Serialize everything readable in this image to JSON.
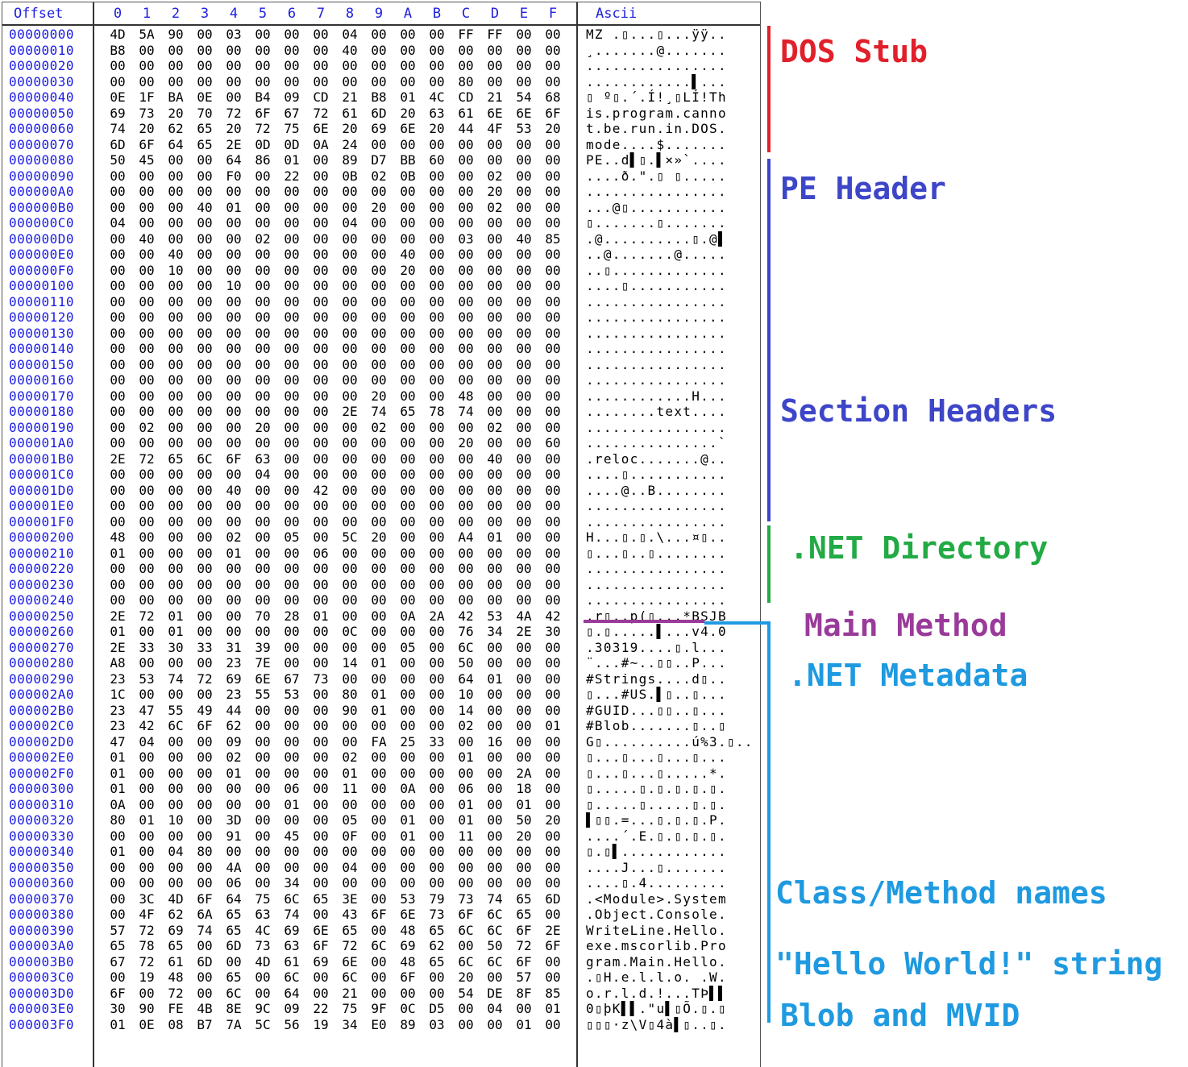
{
  "header": {
    "offset": "Offset",
    "columns": [
      "0",
      "1",
      "2",
      "3",
      "4",
      "5",
      "6",
      "7",
      "8",
      "9",
      "A",
      "B",
      "C",
      "D",
      "E",
      "F"
    ],
    "ascii": "Ascii"
  },
  "rows": [
    {
      "o": "00000000",
      "b": "4D 5A 90 00 03 00 00 00 04 00 00 00 FF FF 00 00",
      "a": "MZ .▯...▯...ÿÿ.."
    },
    {
      "o": "00000010",
      "b": "B8 00 00 00 00 00 00 00 40 00 00 00 00 00 00 00",
      "a": "¸.......@......."
    },
    {
      "o": "00000020",
      "b": "00 00 00 00 00 00 00 00 00 00 00 00 00 00 00 00",
      "a": "................"
    },
    {
      "o": "00000030",
      "b": "00 00 00 00 00 00 00 00 00 00 00 00 80 00 00 00",
      "a": "............▌..."
    },
    {
      "o": "00000040",
      "b": "0E 1F BA 0E 00 B4 09 CD 21 B8 01 4C CD 21 54 68",
      "a": "▯ º▯.´.Í!¸▯LÍ!Th"
    },
    {
      "o": "00000050",
      "b": "69 73 20 70 72 6F 67 72 61 6D 20 63 61 6E 6E 6F",
      "a": "is.program.canno"
    },
    {
      "o": "00000060",
      "b": "74 20 62 65 20 72 75 6E 20 69 6E 20 44 4F 53 20",
      "a": "t.be.run.in.DOS."
    },
    {
      "o": "00000070",
      "b": "6D 6F 64 65 2E 0D 0D 0A 24 00 00 00 00 00 00 00",
      "a": "mode....$......."
    },
    {
      "o": "00000080",
      "b": "50 45 00 00 64 86 01 00 89 D7 BB 60 00 00 00 00",
      "a": "PE..d▌▯.▌×»`...."
    },
    {
      "o": "00000090",
      "b": "00 00 00 00 F0 00 22 00 0B 02 0B 00 00 02 00 00",
      "a": "....ð.\".▯ ▯....."
    },
    {
      "o": "000000A0",
      "b": "00 00 00 00 00 00 00 00 00 00 00 00 00 20 00 00",
      "a": "................"
    },
    {
      "o": "000000B0",
      "b": "00 00 00 40 01 00 00 00 00 20 00 00 00 02 00 00",
      "a": "...@▯..........."
    },
    {
      "o": "000000C0",
      "b": "04 00 00 00 00 00 00 00 04 00 00 00 00 00 00 00",
      "a": "▯.......▯......."
    },
    {
      "o": "000000D0",
      "b": "00 40 00 00 00 02 00 00 00 00 00 00 03 00 40 85",
      "a": ".@..........▯.@▌"
    },
    {
      "o": "000000E0",
      "b": "00 00 40 00 00 00 00 00 00 00 40 00 00 00 00 00",
      "a": "..@.......@....."
    },
    {
      "o": "000000F0",
      "b": "00 00 10 00 00 00 00 00 00 00 20 00 00 00 00 00",
      "a": "..▯............."
    },
    {
      "o": "00000100",
      "b": "00 00 00 00 10 00 00 00 00 00 00 00 00 00 00 00",
      "a": "....▯..........."
    },
    {
      "o": "00000110",
      "b": "00 00 00 00 00 00 00 00 00 00 00 00 00 00 00 00",
      "a": "................"
    },
    {
      "o": "00000120",
      "b": "00 00 00 00 00 00 00 00 00 00 00 00 00 00 00 00",
      "a": "................"
    },
    {
      "o": "00000130",
      "b": "00 00 00 00 00 00 00 00 00 00 00 00 00 00 00 00",
      "a": "................"
    },
    {
      "o": "00000140",
      "b": "00 00 00 00 00 00 00 00 00 00 00 00 00 00 00 00",
      "a": "................"
    },
    {
      "o": "00000150",
      "b": "00 00 00 00 00 00 00 00 00 00 00 00 00 00 00 00",
      "a": "................"
    },
    {
      "o": "00000160",
      "b": "00 00 00 00 00 00 00 00 00 00 00 00 00 00 00 00",
      "a": "................"
    },
    {
      "o": "00000170",
      "b": "00 00 00 00 00 00 00 00 00 20 00 00 48 00 00 00",
      "a": "............H..."
    },
    {
      "o": "00000180",
      "b": "00 00 00 00 00 00 00 00 2E 74 65 78 74 00 00 00",
      "a": "........text...."
    },
    {
      "o": "00000190",
      "b": "00 02 00 00 00 20 00 00 00 02 00 00 00 02 00 00",
      "a": "................"
    },
    {
      "o": "000001A0",
      "b": "00 00 00 00 00 00 00 00 00 00 00 00 20 00 00 60",
      "a": "...............`"
    },
    {
      "o": "000001B0",
      "b": "2E 72 65 6C 6F 63 00 00 00 00 00 00 00 40 00 00",
      "a": ".reloc.......@.."
    },
    {
      "o": "000001C0",
      "b": "00 00 00 00 00 04 00 00 00 00 00 00 00 00 00 00",
      "a": "....▯..........."
    },
    {
      "o": "000001D0",
      "b": "00 00 00 00 40 00 00 42 00 00 00 00 00 00 00 00",
      "a": "....@..B........"
    },
    {
      "o": "000001E0",
      "b": "00 00 00 00 00 00 00 00 00 00 00 00 00 00 00 00",
      "a": "................"
    },
    {
      "o": "000001F0",
      "b": "00 00 00 00 00 00 00 00 00 00 00 00 00 00 00 00",
      "a": "................"
    },
    {
      "o": "00000200",
      "b": "48 00 00 00 02 00 05 00 5C 20 00 00 A4 01 00 00",
      "a": "H...▯.▯.\\...¤▯.."
    },
    {
      "o": "00000210",
      "b": "01 00 00 00 01 00 00 06 00 00 00 00 00 00 00 00",
      "a": "▯...▯..▯........"
    },
    {
      "o": "00000220",
      "b": "00 00 00 00 00 00 00 00 00 00 00 00 00 00 00 00",
      "a": "................"
    },
    {
      "o": "00000230",
      "b": "00 00 00 00 00 00 00 00 00 00 00 00 00 00 00 00",
      "a": "................"
    },
    {
      "o": "00000240",
      "b": "00 00 00 00 00 00 00 00 00 00 00 00 00 00 00 00",
      "a": "................"
    },
    {
      "o": "00000250",
      "b": "2E 72 01 00 00 70 28 01 00 00 0A 2A 42 53 4A 42",
      "a": ".r▯..p(▯...*BSJB"
    },
    {
      "o": "00000260",
      "b": "01 00 01 00 00 00 00 00 0C 00 00 00 76 34 2E 30",
      "a": "▯.▯.....▌...v4.0"
    },
    {
      "o": "00000270",
      "b": "2E 33 30 33 31 39 00 00 00 00 05 00 6C 00 00 00",
      "a": ".30319....▯.l..."
    },
    {
      "o": "00000280",
      "b": "A8 00 00 00 23 7E 00 00 14 01 00 00 50 00 00 00",
      "a": "¨...#~..▯▯..P..."
    },
    {
      "o": "00000290",
      "b": "23 53 74 72 69 6E 67 73 00 00 00 00 64 01 00 00",
      "a": "#Strings....d▯.."
    },
    {
      "o": "000002A0",
      "b": "1C 00 00 00 23 55 53 00 80 01 00 00 10 00 00 00",
      "a": "▯...#US.▌▯..▯..."
    },
    {
      "o": "000002B0",
      "b": "23 47 55 49 44 00 00 00 90 01 00 00 14 00 00 00",
      "a": "#GUID...▯▯..▯..."
    },
    {
      "o": "000002C0",
      "b": "23 42 6C 6F 62 00 00 00 00 00 00 00 02 00 00 01",
      "a": "#Blob.......▯..▯"
    },
    {
      "o": "000002D0",
      "b": "47 04 00 00 09 00 00 00 00 FA 25 33 00 16 00 00",
      "a": "G▯..........ú%3.▯.."
    },
    {
      "o": "000002E0",
      "b": "01 00 00 00 02 00 00 00 02 00 00 00 01 00 00 00",
      "a": "▯...▯...▯...▯..."
    },
    {
      "o": "000002F0",
      "b": "01 00 00 00 01 00 00 00 01 00 00 00 00 00 2A 00",
      "a": "▯...▯...▯.....*."
    },
    {
      "o": "00000300",
      "b": "01 00 00 00 00 00 06 00 11 00 0A 00 06 00 18 00",
      "a": "▯.....▯.▯.▯.▯.▯."
    },
    {
      "o": "00000310",
      "b": "0A 00 00 00 00 00 01 00 00 00 00 00 01 00 01 00",
      "a": "▯.....▯.....▯.▯."
    },
    {
      "o": "00000320",
      "b": "80 01 10 00 3D 00 00 00 05 00 01 00 01 00 50 20",
      "a": "▌▯▯.=...▯.▯.▯.P."
    },
    {
      "o": "00000330",
      "b": "00 00 00 00 91 00 45 00 0F 00 01 00 11 00 20 00",
      "a": "....´.E.▯.▯.▯.▯."
    },
    {
      "o": "00000340",
      "b": "01 00 04 80 00 00 00 00 00 00 00 00 00 00 00 00",
      "a": "▯.▯▌............"
    },
    {
      "o": "00000350",
      "b": "00 00 00 00 4A 00 00 00 04 00 00 00 00 00 00 00",
      "a": "....J...▯......."
    },
    {
      "o": "00000360",
      "b": "00 00 00 00 06 00 34 00 00 00 00 00 00 00 00 00",
      "a": "....▯.4........."
    },
    {
      "o": "00000370",
      "b": "00 3C 4D 6F 64 75 6C 65 3E 00 53 79 73 74 65 6D",
      "a": ".<Module>.System"
    },
    {
      "o": "00000380",
      "b": "00 4F 62 6A 65 63 74 00 43 6F 6E 73 6F 6C 65 00",
      "a": ".Object.Console."
    },
    {
      "o": "00000390",
      "b": "57 72 69 74 65 4C 69 6E 65 00 48 65 6C 6C 6F 2E",
      "a": "WriteLine.Hello."
    },
    {
      "o": "000003A0",
      "b": "65 78 65 00 6D 73 63 6F 72 6C 69 62 00 50 72 6F",
      "a": "exe.mscorlib.Pro"
    },
    {
      "o": "000003B0",
      "b": "67 72 61 6D 00 4D 61 69 6E 00 48 65 6C 6C 6F 00",
      "a": "gram.Main.Hello."
    },
    {
      "o": "000003C0",
      "b": "00 19 48 00 65 00 6C 00 6C 00 6F 00 20 00 57 00",
      "a": ".▯H.e.l.l.o. .W."
    },
    {
      "o": "000003D0",
      "b": "6F 00 72 00 6C 00 64 00 21 00 00 00 54 DE 8F 85",
      "a": "o.r.l.d.!...TÞ▌▌"
    },
    {
      "o": "000003E0",
      "b": "30 90 FE 4B 8E 9C 09 22 75 9F 0C D5 00 04 00 01",
      "a": "0▯þK▌▌.\"u▌▯Õ.▯.▯"
    },
    {
      "o": "000003F0",
      "b": "01 0E 08 B7 7A 5C 56 19 34 E0 89 03 00 00 01 00",
      "a": "▯▯▯·z\\V▯4à▌▯..▯."
    }
  ],
  "annotations": {
    "dos_stub": "DOS Stub",
    "pe_header": "PE Header",
    "section_headers": "Section Headers",
    "net_directory": ".NET Directory",
    "main_method": "Main Method",
    "net_metadata": ".NET Metadata",
    "class_method_names": "Class/Method names",
    "hello_world_string": "\"Hello World!\" string",
    "blob_mvid": "Blob and MVID"
  },
  "colors": {
    "offset_text": "#1a1ae6",
    "dos_stub": "#e0202a",
    "pe": "#3e46c8",
    "net_directory": "#22aa44",
    "main_method": "#9a3a9a",
    "net_metadata": "#1f9ae0"
  }
}
